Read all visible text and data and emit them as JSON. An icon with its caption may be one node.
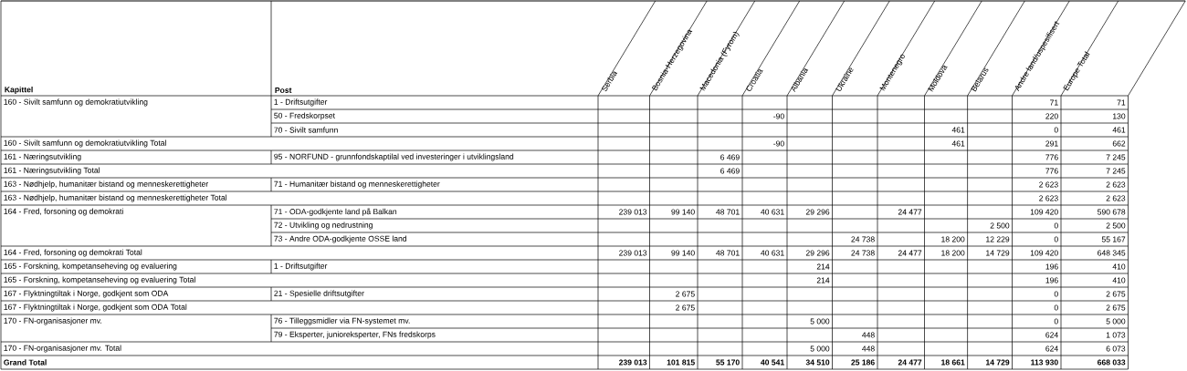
{
  "diagram": {
    "labels": [
      "Kapittel",
      "Post",
      "Serbia",
      "Bosnia-Herzegovina",
      "Macedonia (Fyrom)",
      "Croatia",
      "Albania",
      "Ukraine",
      "Montenegro",
      "Moldova",
      "Belarus",
      "Andre land/uspesifisert",
      "Europe Total",
      "160 - Sivilt samfunn og demokratiutvikling",
      "1 - Driftsutgifter",
      "71",
      "71",
      "50 - Fredskorpset",
      "-90",
      "220",
      "130",
      "70 - Sivilt samfunn",
      "461",
      "0",
      "461",
      "160 - Sivilt samfunn og demokratiutvikling Total",
      "-90",
      "461",
      "291",
      "662",
      "161 - Næringsutvikling",
      "95 - NORFUND - grunnfondskaptilal ved investeringer i utviklingsland",
      "6 469",
      "776",
      "7 245",
      "161 - Næringsutvikling Total",
      "6 469",
      "776",
      "7 245",
      "163 - Nødhjelp, humanitær bistand og menneskerettigheter",
      "71 - Humanitær bistand og menneskerettigheter",
      "2 623",
      "2 623",
      "163 - Nødhjelp, humanitær bistand og menneskerettigheter Total",
      "2 623",
      "2 623",
      "164 - Fred, forsoning og demokrati",
      "71 - ODA-godkjente land på Balkan",
      "239 013",
      "99 140",
      "48 701",
      "40 631",
      "29 296",
      "24 477",
      "109 420",
      "590 678",
      "72 - Utvikling og nedrustning",
      "2 500",
      "0",
      "2 500",
      "73 - Andre ODA-godkjente OSSE land",
      "24 738",
      "18 200",
      "12 229",
      "0",
      "55 167",
      "164 - Fred, forsoning og demokrati Total",
      "239 013",
      "99 140",
      "48 701",
      "40 631",
      "29 296",
      "24 738",
      "24 477",
      "18 200",
      "14 729",
      "109 420",
      "648 345",
      "165 - Forskning, kompetanseheving og evaluering",
      "1 - Driftsutgifter",
      "214",
      "196",
      "410",
      "165 - Forskning, kompetanseheving og evaluering Total",
      "214",
      "196",
      "410",
      "167 - Flyktningtiltak i Norge, godkjent som ODA",
      "21 - Spesielle driftsutgifter",
      "2 675",
      "0",
      "2 675",
      "167 - Flyktningtiltak i Norge, godkjent som ODA Total",
      "2 675",
      "0",
      "2 675",
      "170 - FN-organisasjoner mv.",
      "76 - Tilleggsmidler via FN-systemet mv.",
      "5 000",
      "0",
      "5 000",
      "79 - Eksperter,  junioreksperter, FNs fredskorps",
      "448",
      "624",
      "1 073",
      "170 - FN-organisasjoner mv. Total",
      "5 000",
      "448",
      "624",
      "6 073",
      "Grand Total",
      "239 013",
      "101 815",
      "55 170",
      "40 541",
      "34 510",
      "25 186",
      "24 477",
      "18 661",
      "14 729",
      "113 930",
      "668 033"
    ]
  }
}
